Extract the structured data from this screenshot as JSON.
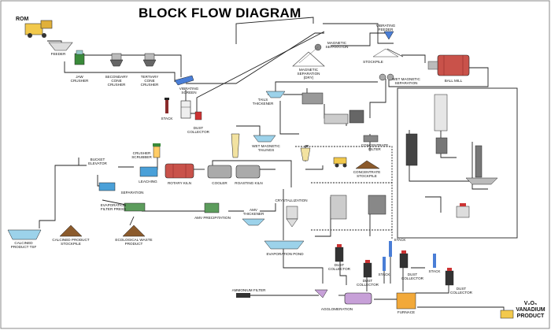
{
  "title": "BLOCK FLOW DIAGRAM",
  "labels": {
    "rom": "ROM",
    "feeder": "FEEDER",
    "jaw_crusher": "JAW\nCRUSHER",
    "secondary_crusher": "SECONDARY\nCONE\nCRUSHER",
    "tertiary_crusher": "TERTIARY\nCONE\nCRUSHER",
    "vibrating_screen": "VIBRATING\nSCREEN",
    "stack_1": "STACK",
    "dust_collector_1": "DUST\nCOLLECTOR",
    "magnetic_separation": "MAGNETIC\nSEPARATION\n(DRY)",
    "magnetic_separation_2": "MAGNETIC\nSEPARATION",
    "vibrating_feeder": "VIBRATING\nFEEDER",
    "stockpile": "STOCKPILE",
    "ball_mill": "BALL MILL",
    "wet_magnetic_separation": "WET MAGNETIC\nSEPARATION",
    "tails_thickener": "TAILS\nTHICKENER",
    "concentrate_filter": "CONCENTRATE\nFILTER",
    "concentrate_stockpile": "CONCENTRATE\nSTOCKPILE",
    "wet_magnetic_tailings": "WET MAGNETIC\nTAILINGS",
    "crusher_scrubber": "CRUSHER\nSCRUBBER",
    "bucket_elevator": "BUCKET\nELEVATOR",
    "leaching": "LEACHING",
    "rotary_kiln": "ROTARY KILN",
    "cooler": "COOLER",
    "roasting_kiln": "ROASTING KILN",
    "separation": "SEPARATION",
    "evaporation": "EVAPORATION\nFILTER PRESS",
    "amv_precipitation": "AMV PRECIPITATION",
    "amv_thickener": "AMV\nTHICKENER",
    "crystallization": "CRYSTALLIZATION",
    "evaporation_pond": "EVAPORATION POND",
    "calcined_product": "CALCINED\nPRODUCT TSF",
    "calcined_stockpile": "CALCINED PRODUCT\nSTOCKPILE",
    "ecological_product": "ECOLOGICAL WASTE\nPRODUCT",
    "dust_collector_2": "DUST\nCOLLECTOR",
    "dust_collector_3": "DUST\nCOLLECTOR",
    "dust_collector_4": "DUST\nCOLLECTOR",
    "dust_collector_5": "DUST\nCOLLECTOR",
    "stack_2": "STACK",
    "stack_3": "STACK",
    "stack_4": "STACK",
    "agglomeration": "AGGLOMERATION",
    "furnace": "FURNACE",
    "ammonium_filter": "AMMONIUM FILTER",
    "product_name": "V₂O₅\nVANADIUM\nPRODUCT"
  }
}
